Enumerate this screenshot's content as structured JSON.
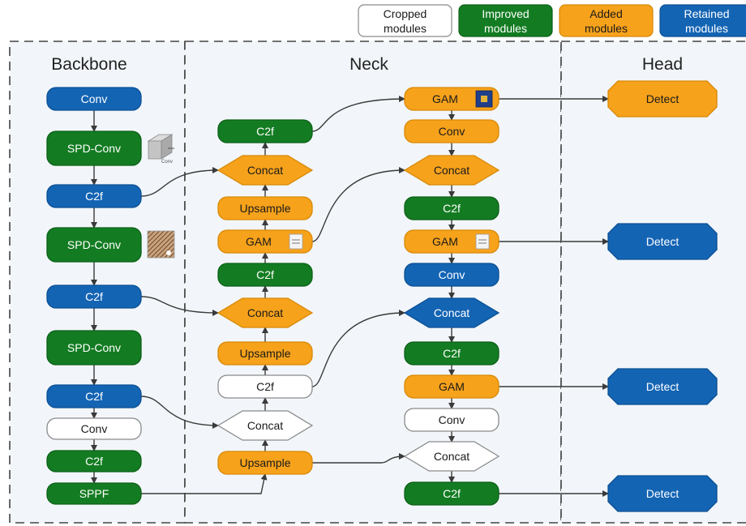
{
  "colors": {
    "retained": "#1464b4",
    "improved": "#137c22",
    "added": "#f7a21b",
    "cropped": "#ffffff",
    "arrow": "#3a3a3a",
    "panel": "#f2f6fa"
  },
  "legend": [
    {
      "id": "cropped",
      "line1": "Cropped",
      "line2": "modules"
    },
    {
      "id": "improved",
      "line1": "Improved",
      "line2": "modules"
    },
    {
      "id": "added",
      "line1": "Added",
      "line2": "modules"
    },
    {
      "id": "retained",
      "line1": "Retained",
      "line2": "modules"
    }
  ],
  "sections": {
    "backbone": "Backbone",
    "neck": "Neck",
    "head": "Head"
  },
  "nodes": {
    "bb_conv1": {
      "label": "Conv",
      "kind": "retained"
    },
    "bb_spd1": {
      "label": "SPD-Conv",
      "kind": "improved"
    },
    "bb_c2f1": {
      "label": "C2f",
      "kind": "retained"
    },
    "bb_spd2": {
      "label": "SPD-Conv",
      "kind": "improved"
    },
    "bb_c2f2": {
      "label": "C2f",
      "kind": "retained"
    },
    "bb_spd3": {
      "label": "SPD-Conv",
      "kind": "improved"
    },
    "bb_c2f3": {
      "label": "C2f",
      "kind": "retained"
    },
    "bb_conv2": {
      "label": "Conv",
      "kind": "cropped"
    },
    "bb_c2f4": {
      "label": "C2f",
      "kind": "improved"
    },
    "bb_sppf": {
      "label": "SPPF",
      "kind": "improved"
    },
    "nl_c2f_top": {
      "label": "C2f",
      "kind": "improved"
    },
    "nl_concat1": {
      "label": "Concat",
      "kind": "added"
    },
    "nl_ups1": {
      "label": "Upsample",
      "kind": "added"
    },
    "nl_gam": {
      "label": "GAM",
      "kind": "added"
    },
    "nl_c2f_mid": {
      "label": "C2f",
      "kind": "improved"
    },
    "nl_concat2": {
      "label": "Concat",
      "kind": "added"
    },
    "nl_ups2": {
      "label": "Upsample",
      "kind": "added"
    },
    "nl_c2f_low": {
      "label": "C2f",
      "kind": "cropped"
    },
    "nl_concat3": {
      "label": "Concat",
      "kind": "cropped"
    },
    "nl_ups3": {
      "label": "Upsample",
      "kind": "added"
    },
    "nr_gam1": {
      "label": "GAM",
      "kind": "added"
    },
    "nr_conv1": {
      "label": "Conv",
      "kind": "added"
    },
    "nr_concat1": {
      "label": "Concat",
      "kind": "added"
    },
    "nr_c2f1": {
      "label": "C2f",
      "kind": "improved"
    },
    "nr_gam2": {
      "label": "GAM",
      "kind": "added"
    },
    "nr_conv2": {
      "label": "Conv",
      "kind": "retained"
    },
    "nr_concat2": {
      "label": "Concat",
      "kind": "retained"
    },
    "nr_c2f2": {
      "label": "C2f",
      "kind": "improved"
    },
    "nr_gam3": {
      "label": "GAM",
      "kind": "added"
    },
    "nr_conv3": {
      "label": "Conv",
      "kind": "cropped"
    },
    "nr_concat3": {
      "label": "Concat",
      "kind": "cropped"
    },
    "nr_c2f3": {
      "label": "C2f",
      "kind": "improved"
    },
    "hd_det1": {
      "label": "Detect",
      "kind": "added"
    },
    "hd_det2": {
      "label": "Detect",
      "kind": "retained"
    },
    "hd_det3": {
      "label": "Detect",
      "kind": "retained"
    },
    "hd_det4": {
      "label": "Detect",
      "kind": "retained"
    }
  },
  "icon_captions": {
    "conv_cube": "Conv"
  }
}
